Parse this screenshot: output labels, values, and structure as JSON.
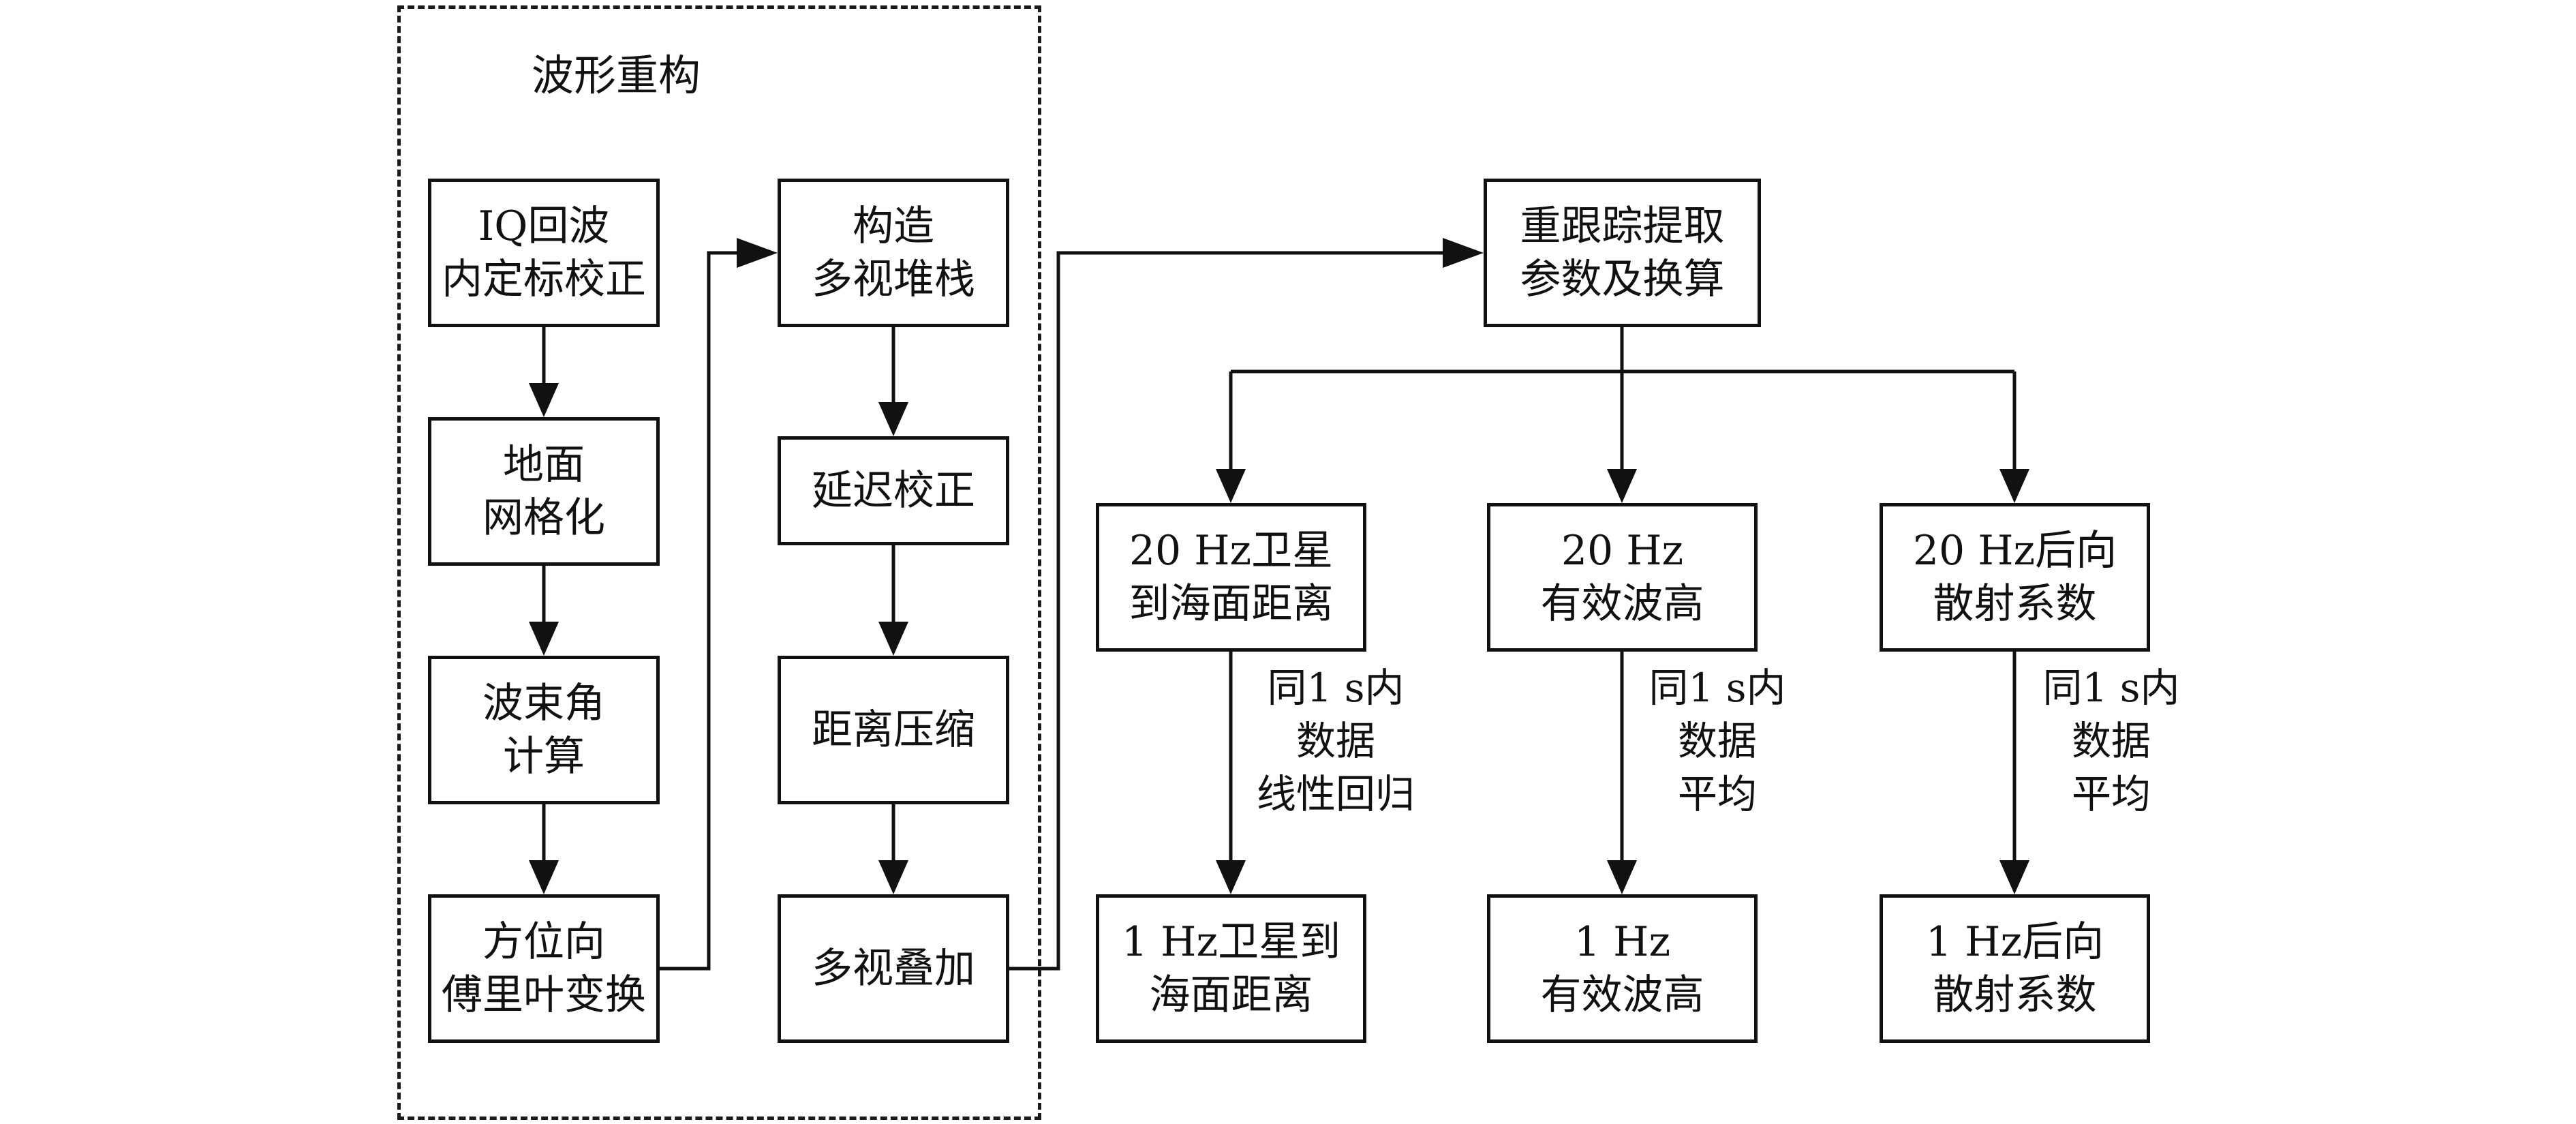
{
  "group": {
    "title": "波形重构"
  },
  "boxes": {
    "iq_calibration": [
      "IQ回波",
      "内定标校正"
    ],
    "ground_gridding": [
      "地面",
      "网格化"
    ],
    "beam_angle": [
      "波束角",
      "计算"
    ],
    "azimuth_fft": [
      "方位向",
      "傅里叶变换"
    ],
    "multilook_stack": [
      "构造",
      "多视堆栈"
    ],
    "delay_correction": [
      "延迟校正"
    ],
    "range_compression": [
      "距离压缩"
    ],
    "multilook_sum": [
      "多视叠加"
    ],
    "retracking": [
      "重跟踪提取",
      "参数及换算"
    ],
    "range_20hz": [
      "20 Hz卫星",
      "到海面距离"
    ],
    "swh_20hz": [
      "20 Hz",
      "有效波高"
    ],
    "sigma0_20hz": [
      "20 Hz后向",
      "散射系数"
    ],
    "range_1hz": [
      "1 Hz卫星到",
      "海面距离"
    ],
    "swh_1hz": [
      "1 Hz",
      "有效波高"
    ],
    "sigma0_1hz": [
      "1 Hz后向",
      "散射系数"
    ]
  },
  "edge_labels": {
    "range": [
      "同1 s内",
      "数据",
      "线性回归"
    ],
    "swh": [
      "同1 s内",
      "数据",
      "平均"
    ],
    "sigma0": [
      "同1 s内",
      "数据",
      "平均"
    ]
  },
  "colors": {
    "line": "#111111",
    "background": "#ffffff"
  }
}
